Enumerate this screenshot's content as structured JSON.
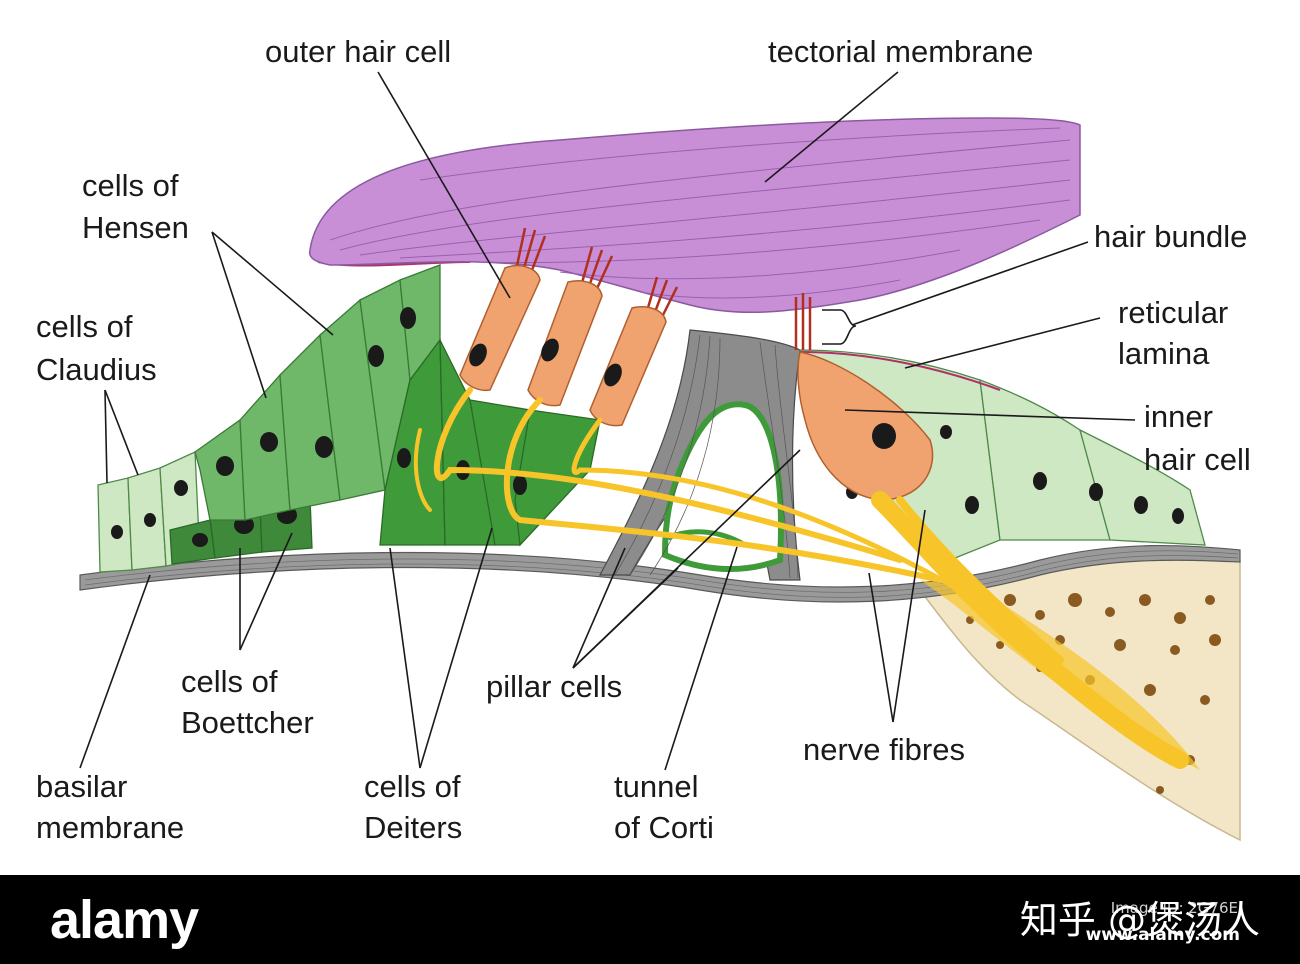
{
  "labels": {
    "outer_hair_cell": "outer hair cell",
    "tectorial_membrane": "tectorial membrane",
    "cells_of_hensen_1": "cells of",
    "cells_of_hensen_2": "Hensen",
    "hair_bundle": "hair bundle",
    "cells_of_claudius_1": "cells of",
    "cells_of_claudius_2": "Claudius",
    "reticular_lamina_1": "reticular",
    "reticular_lamina_2": "lamina",
    "inner_hair_cell_1": "inner",
    "inner_hair_cell_2": "hair cell",
    "cells_of_boettcher_1": "cells of",
    "cells_of_boettcher_2": "Boettcher",
    "pillar_cells": "pillar cells",
    "nerve_fibres": "nerve fibres",
    "basilar_membrane_1": "basilar",
    "basilar_membrane_2": "membrane",
    "cells_of_deiters_1": "cells of",
    "cells_of_deiters_2": "Deiters",
    "tunnel_of_corti_1": "tunnel",
    "tunnel_of_corti_2": "of Corti"
  },
  "footer": {
    "brand": "alamy",
    "zhihu_mark": "知乎 @煲汤人",
    "image_id": "Image ID: 2G76E",
    "site_url": "www.alamy.com"
  },
  "colors": {
    "tectorial": "#c98fd6",
    "hensen_green": "#6fb86a",
    "deiters_green": "#3f9a3a",
    "claudius_green": "#cfe8c4",
    "hair_cell": "#f0a36e",
    "nerve": "#f7c52a",
    "pillar_gray": "#8c8c8c",
    "bone": "#f3e6c6",
    "bone_spots": "#8a5a20"
  }
}
